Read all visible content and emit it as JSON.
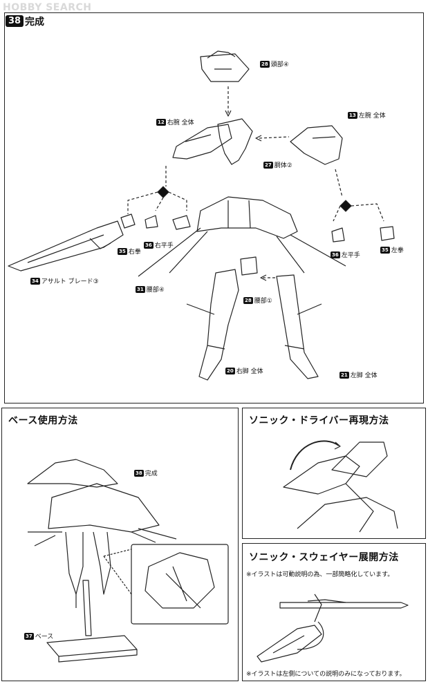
{
  "header": {
    "logo": "HOBBY SEARCH"
  },
  "step": {
    "number": "38",
    "title": "完成"
  },
  "labels": {
    "head": {
      "num": "28",
      "text": "頭部④"
    },
    "right_arm": {
      "num": "12",
      "text": "右腕 全体"
    },
    "left_arm": {
      "num": "13",
      "text": "左腕 全体"
    },
    "torso": {
      "num": "27",
      "text": "胴体②"
    },
    "blade": {
      "num": "34",
      "text": "アサルト ブレード③"
    },
    "right_fist": {
      "num": "35",
      "text": "右拳"
    },
    "right_palm": {
      "num": "36",
      "text": "右平手"
    },
    "left_palm": {
      "num": "36",
      "text": "左平手"
    },
    "left_fist": {
      "num": "35",
      "text": "左拳"
    },
    "waist4": {
      "num": "31",
      "text": "腰部④"
    },
    "waist1": {
      "num": "28",
      "text": "腰部①"
    },
    "right_leg": {
      "num": "20",
      "text": "右脚 全体"
    },
    "left_leg": {
      "num": "21",
      "text": "左脚 全体"
    }
  },
  "panels": {
    "base": {
      "title": "ベース使用方法",
      "complete_label": {
        "num": "38",
        "text": "完成"
      },
      "base_label": {
        "num": "37",
        "text": "ベース"
      }
    },
    "sonic_driver": {
      "title": "ソニック・ドライバー再現方法"
    },
    "sonic_sweeper": {
      "title": "ソニック・スウェイヤー展開方法",
      "note_top": "※イラストは可動説明の為、一部簡略化しています。",
      "note_bottom": "※イラストは左側についての説明のみになっております。"
    }
  }
}
